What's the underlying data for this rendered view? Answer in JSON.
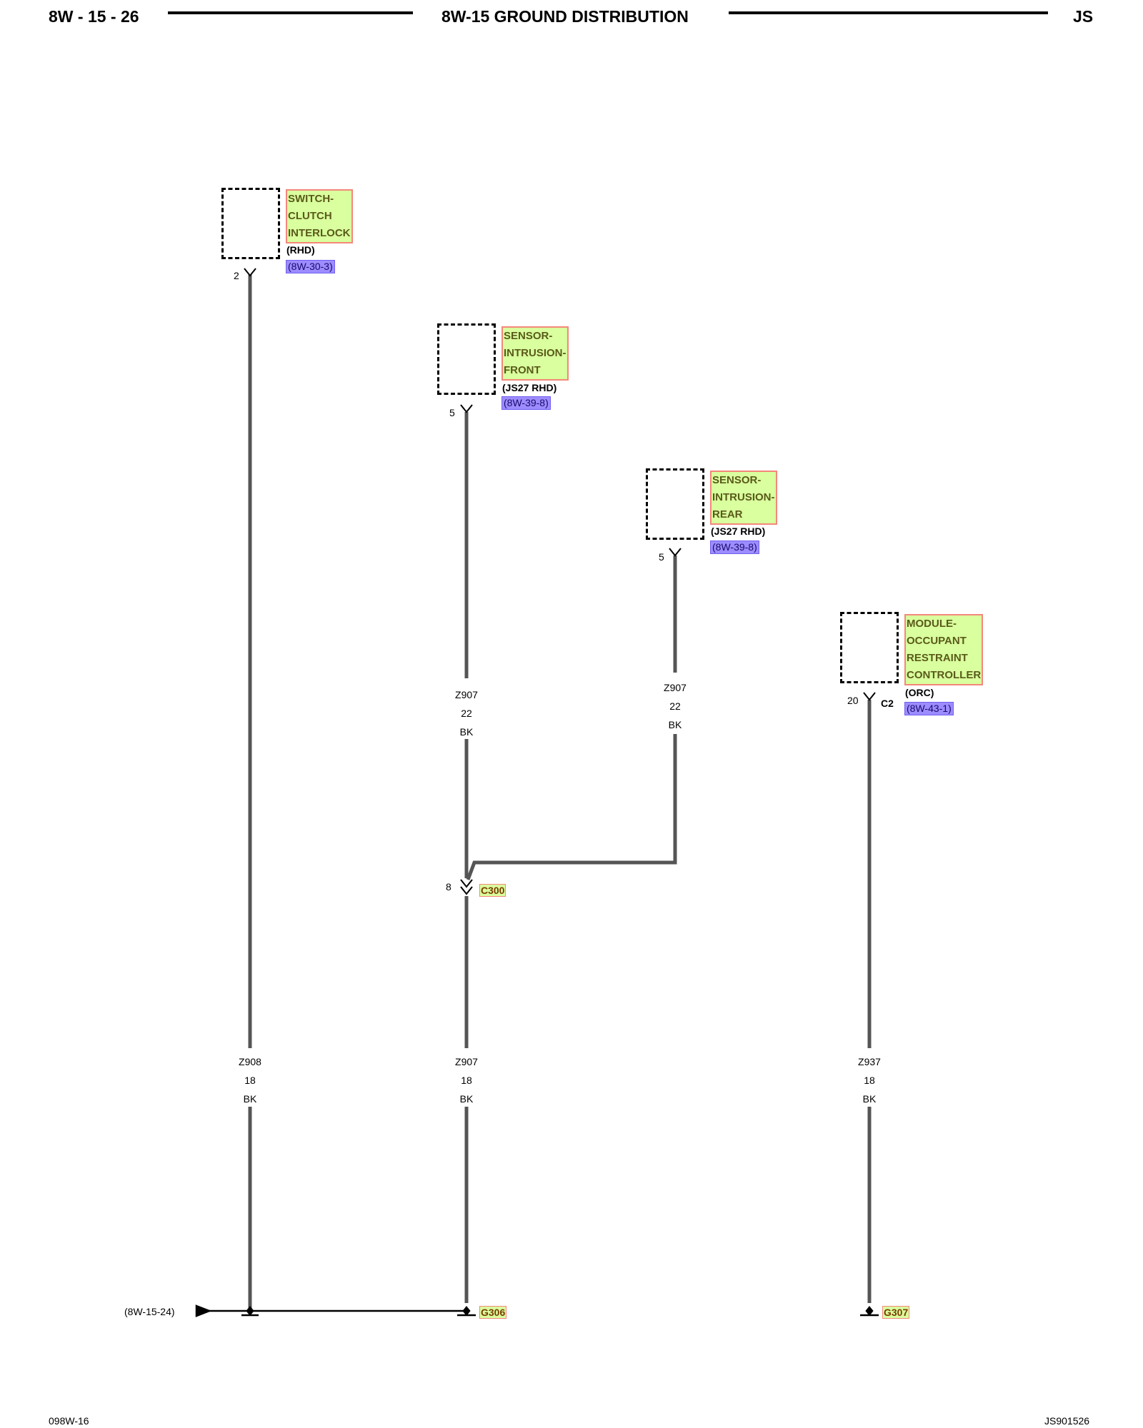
{
  "header": {
    "page_number": "8W - 15 - 26",
    "title": "8W-15 GROUND DISTRIBUTION",
    "model": "JS"
  },
  "footer": {
    "left_code": "098W-16",
    "right_code": "JS901526"
  },
  "components": [
    {
      "id": "switch-clutch-interlock",
      "lines": [
        "SWITCH-",
        "CLUTCH",
        "INTERLOCK"
      ],
      "note": "(RHD)",
      "ref": "(8W-30-3)",
      "pin": "2"
    },
    {
      "id": "sensor-intrusion-front",
      "lines": [
        "SENSOR-",
        "INTRUSION-",
        "FRONT"
      ],
      "note": "(JS27 RHD)",
      "ref": "(8W-39-8)",
      "pin": "5"
    },
    {
      "id": "sensor-intrusion-rear",
      "lines": [
        "SENSOR-",
        "INTRUSION-",
        "REAR"
      ],
      "note": "(JS27 RHD)",
      "ref": "(8W-39-8)",
      "pin": "5"
    },
    {
      "id": "module-occupant-restraint-controller",
      "lines": [
        "MODULE-",
        "OCCUPANT",
        "RESTRAINT",
        "CONTROLLER"
      ],
      "note": "(ORC)",
      "ref": "(8W-43-1)",
      "pin": "20",
      "connector": "C2"
    }
  ],
  "wire_labels": [
    {
      "id": "z907-front-upper",
      "circuit": "Z907",
      "gauge": "22",
      "color": "BK"
    },
    {
      "id": "z907-rear-upper",
      "circuit": "Z907",
      "gauge": "22",
      "color": "BK"
    },
    {
      "id": "z908-lower",
      "circuit": "Z908",
      "gauge": "18",
      "color": "BK"
    },
    {
      "id": "z907-lower",
      "circuit": "Z907",
      "gauge": "18",
      "color": "BK"
    },
    {
      "id": "z937-lower",
      "circuit": "Z937",
      "gauge": "18",
      "color": "BK"
    }
  ],
  "splice_connector": {
    "pin": "8",
    "name": "C300"
  },
  "grounds": [
    {
      "id": "g306",
      "name": "G306"
    },
    {
      "id": "g307",
      "name": "G307"
    }
  ],
  "page_ref": "(8W-15-24)"
}
